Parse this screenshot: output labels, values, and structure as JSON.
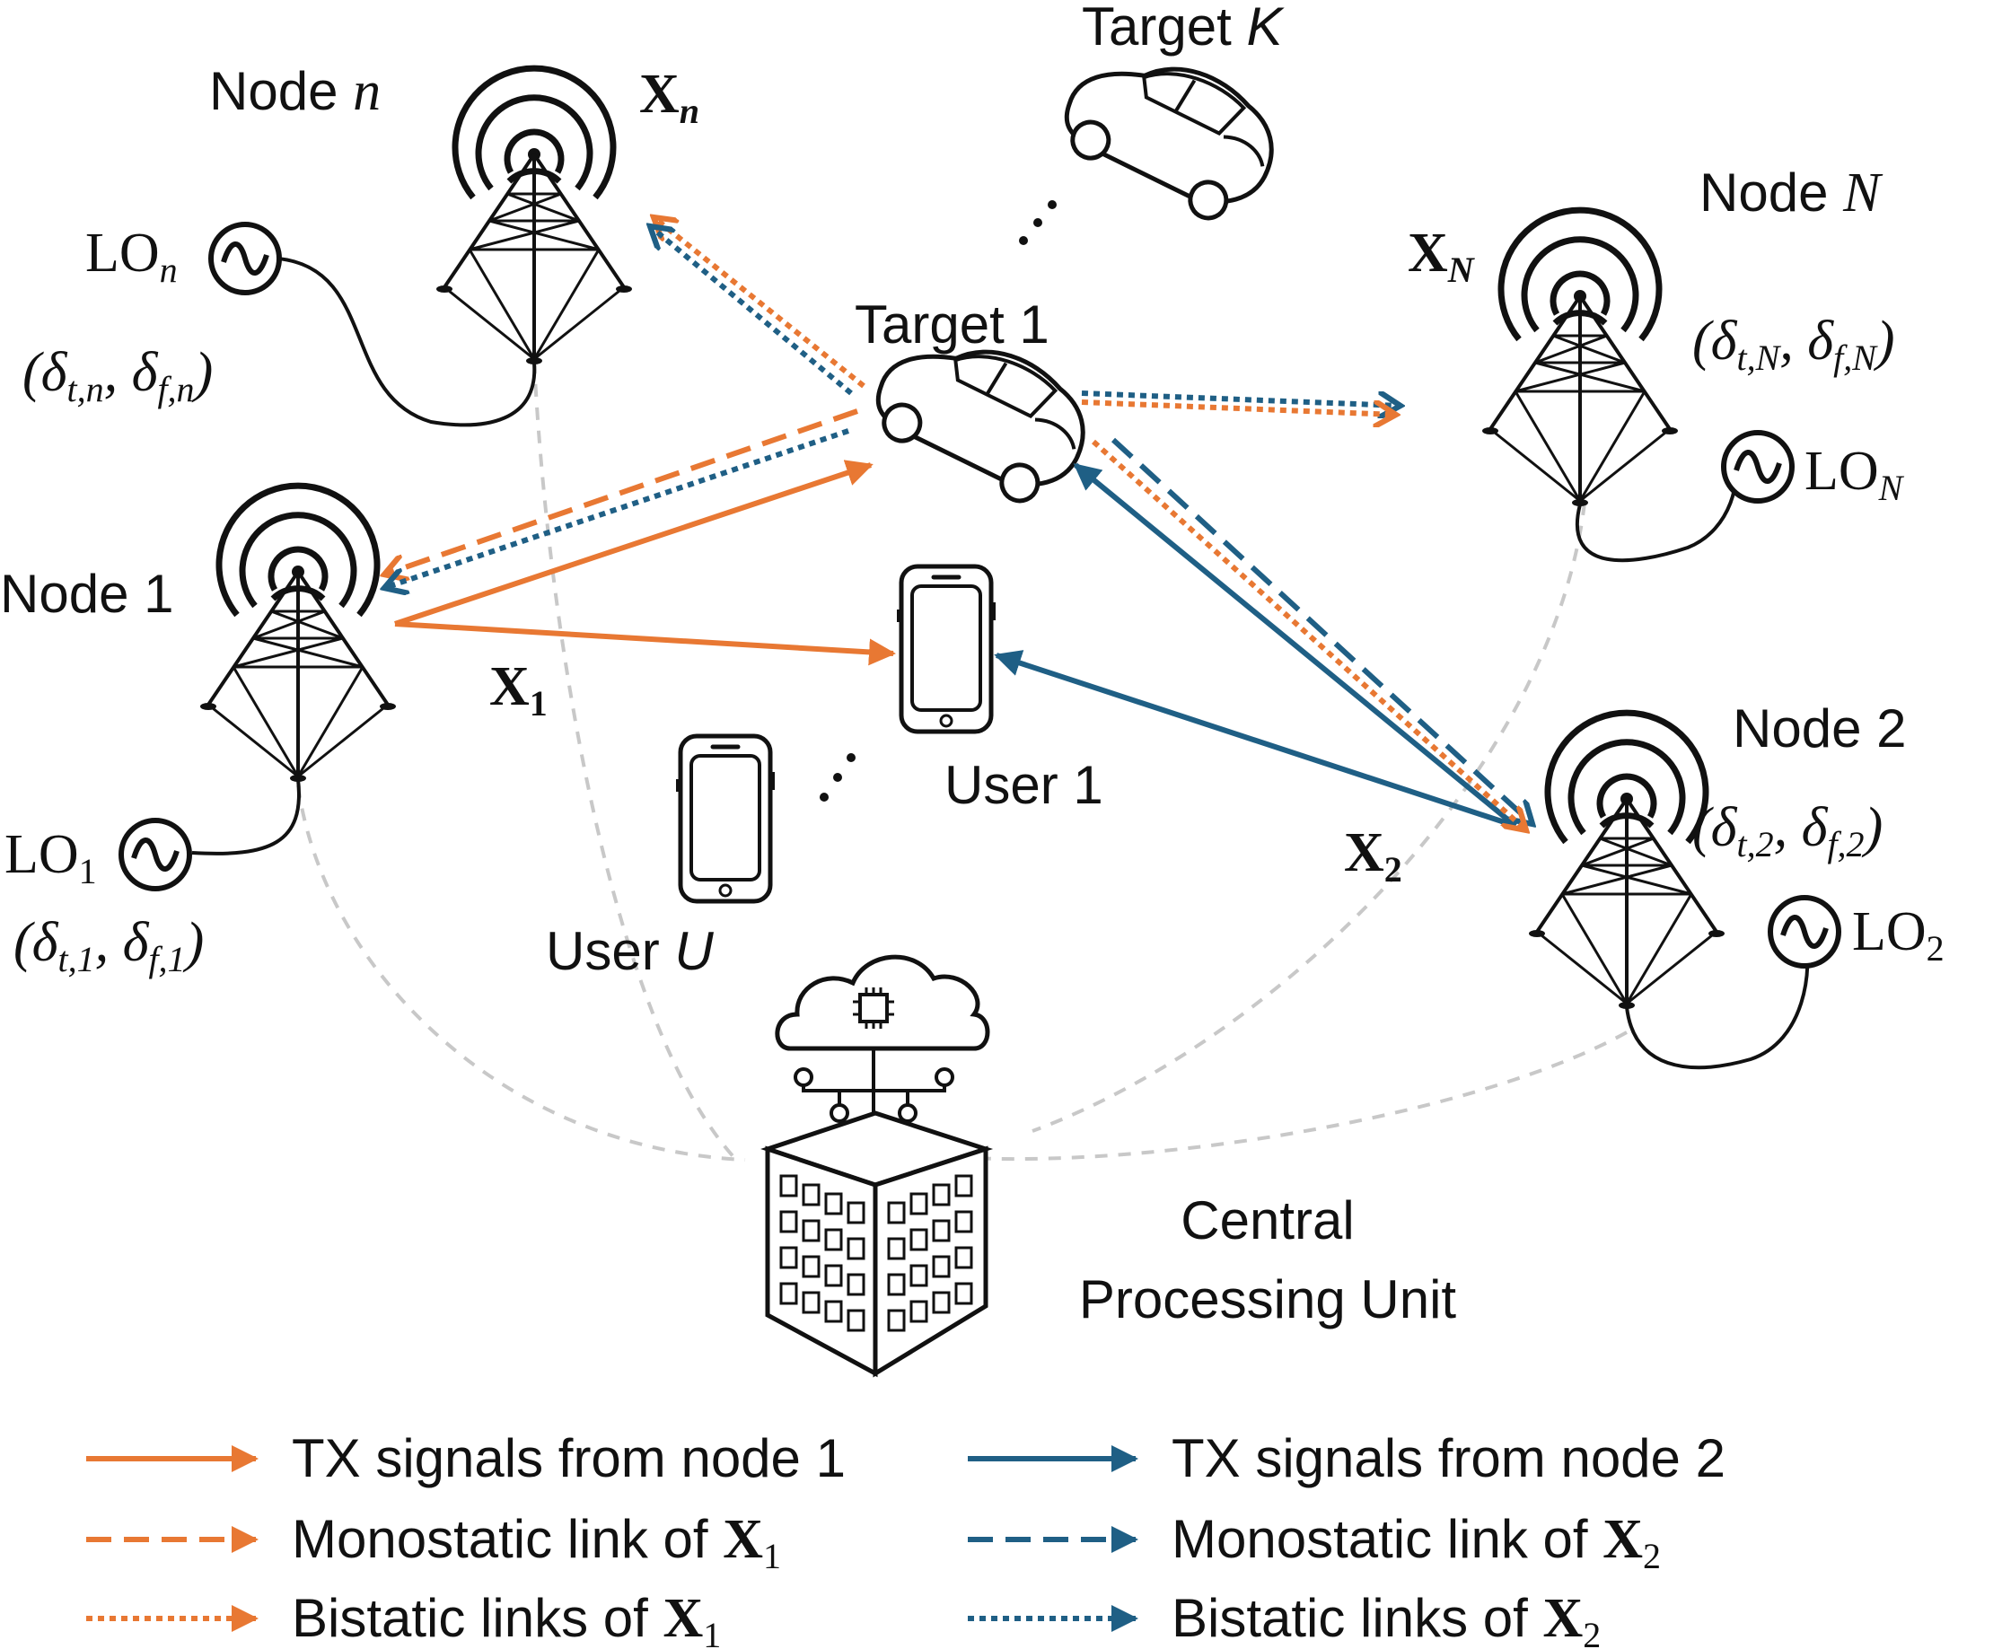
{
  "colors": {
    "orange": "#E87833",
    "blue": "#1F5F85",
    "gray": "#C8C8C8",
    "ink": "#111111"
  },
  "nodes": {
    "n": {
      "label": "Node",
      "index": "n",
      "signal": "X",
      "sig_sub": "n",
      "lo": "LO",
      "lo_sub": "n",
      "delta_t": "t,n",
      "delta_f": "f,n"
    },
    "N": {
      "label": "Node",
      "index": "N",
      "signal": "X",
      "sig_sub": "N",
      "lo": "LO",
      "lo_sub": "N",
      "delta_t": "t,N",
      "delta_f": "f,N"
    },
    "one": {
      "label": "Node 1",
      "signal": "X",
      "sig_sub": "1",
      "lo": "LO",
      "lo_sub": "1",
      "delta_t": "t,1",
      "delta_f": "f,1"
    },
    "two": {
      "label": "Node 2",
      "signal": "X",
      "sig_sub": "2",
      "lo": "LO",
      "lo_sub": "2",
      "delta_t": "t,2",
      "delta_f": "f,2"
    }
  },
  "greek_delta": "δ",
  "targets": {
    "k_prefix": "Target",
    "k_index": "K",
    "one": "Target 1"
  },
  "users": {
    "one": "User 1",
    "u_prefix": "User",
    "u_index": "U"
  },
  "cpu": {
    "line1": "Central",
    "line2": "Processing Unit"
  },
  "legend": [
    {
      "text": "TX signals from node 1",
      "math": "",
      "sub": ""
    },
    {
      "text": "Monostatic link of",
      "math": "X",
      "sub": "1"
    },
    {
      "text": "Bistatic links of",
      "math": "X",
      "sub": "1"
    },
    {
      "text": "TX signals from node 2",
      "math": "",
      "sub": ""
    },
    {
      "text": "Monostatic link of",
      "math": "X",
      "sub": "2"
    },
    {
      "text": "Bistatic links of",
      "math": "X",
      "sub": "2"
    }
  ]
}
